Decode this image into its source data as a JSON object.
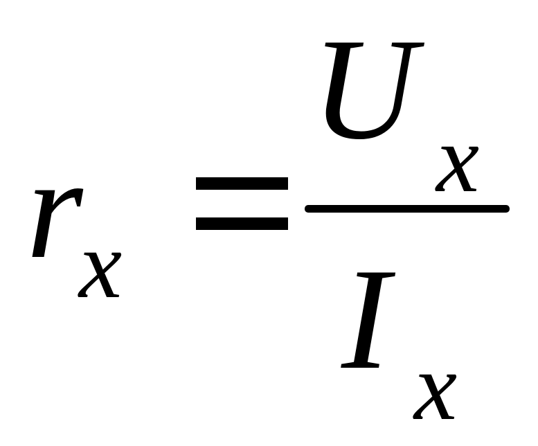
{
  "formula": {
    "lhs": {
      "symbol": "r",
      "subscript": "x"
    },
    "relation": "=",
    "numerator": {
      "symbol": "U",
      "subscript": "x"
    },
    "denominator": {
      "symbol": "I",
      "subscript": "x"
    }
  }
}
